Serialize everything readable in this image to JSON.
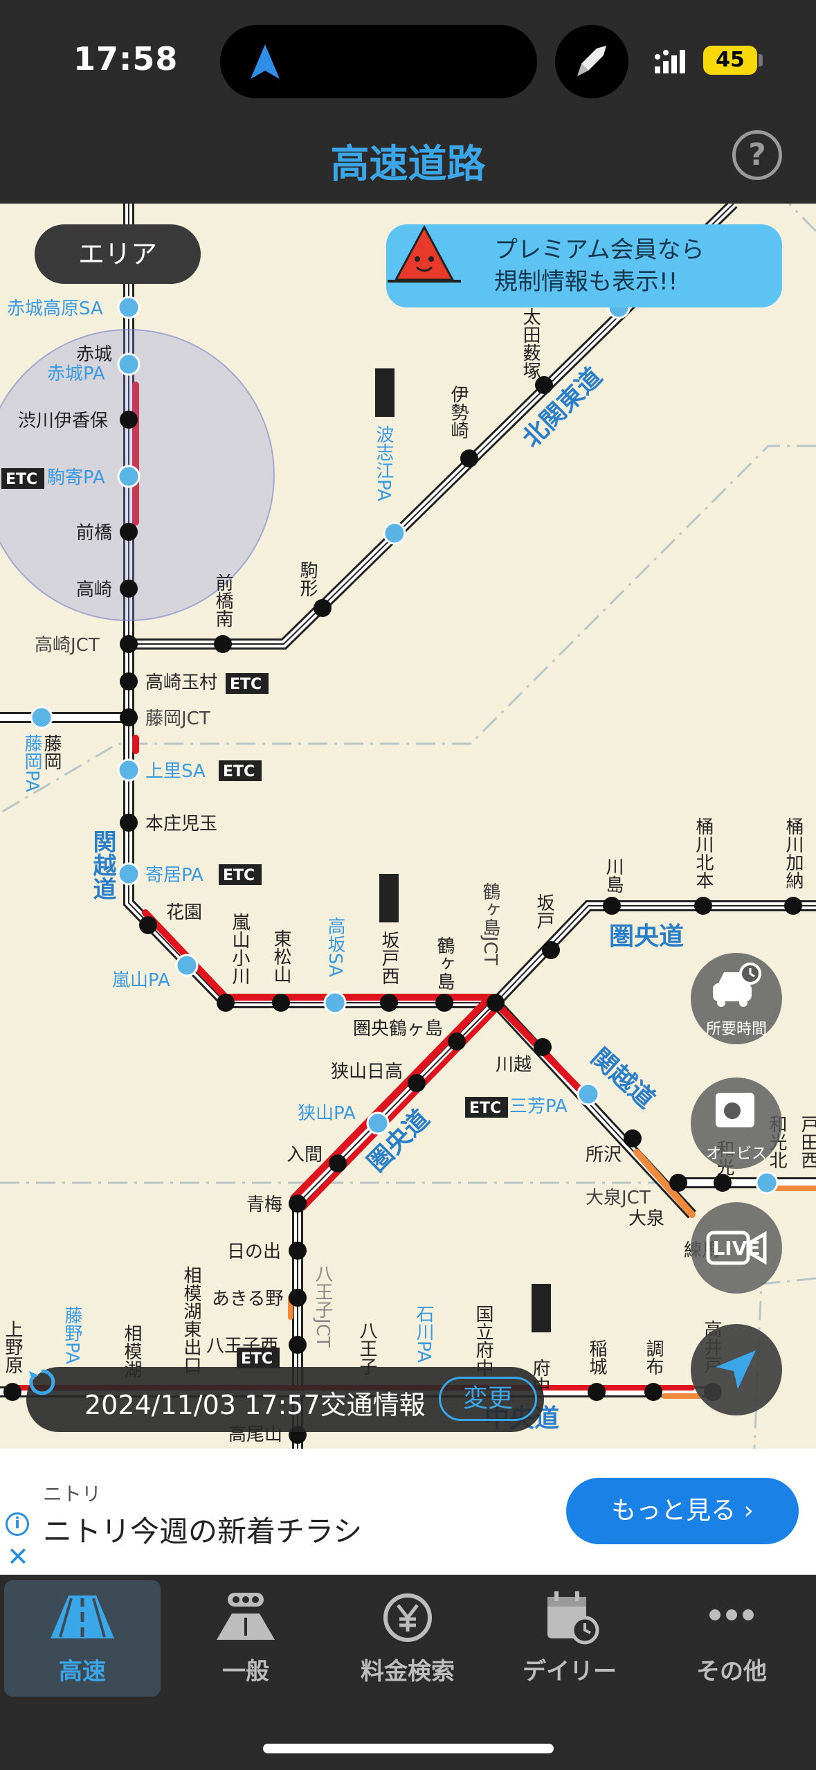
{
  "status_bar": {
    "time": "17:58",
    "battery": "45"
  },
  "header": {
    "title": "高速道路",
    "help_label": "?"
  },
  "map": {
    "area_button": "エリア",
    "premium_banner": {
      "line1": "プレミアム会員なら",
      "line2": "規制情報も表示!!"
    },
    "labels": {
      "akagi_kogen_sa": "赤城高原SA",
      "akagi": "赤城",
      "akagi_pa": "赤城PA",
      "shibukawa_ikaho": "渋川伊香保",
      "etc": "ETC",
      "komayose_pa": "駒寄PA",
      "maebashi": "前橋",
      "takasaki": "高崎",
      "takasaki_jct": "高崎JCT",
      "takasaki_tamamura": "高崎玉村",
      "fujioka_jct": "藤岡JCT",
      "fujioka": "藤岡",
      "fujioka_pa": "藤岡PA",
      "kamisato_sa": "上里SA",
      "honjo_kodama": "本庄児玉",
      "kanetsu": "関越道",
      "yorii_pa": "寄居PA",
      "hanazono": "花園",
      "ranzan_pa": "嵐山PA",
      "ranzan_ogawa": "嵐山小川",
      "higashi_matsuyama": "東松山",
      "takasaka_sa": "高坂SA",
      "sakado_nishi": "坂戸西",
      "tsurugashima": "鶴ヶ島",
      "tsurugashima_jct": "鶴ヶ島JCT",
      "sakado": "坂戸",
      "kawajima": "川島",
      "okegawa_kitamoto": "桶川北本",
      "okegawa_kano": "桶川加納",
      "kenodo": "圏央道",
      "maebashi_minami": "前橋南",
      "komagata": "駒形",
      "hashie_pa": "波志江PA",
      "isesaki": "伊勢崎",
      "ota_yabuzuka": "太田薮塚",
      "kitakanto": "北関東道",
      "kenodo_tsurugashima": "圏央鶴ヶ島",
      "sayama_hidaka": "狭山日高",
      "kawagoe": "川越",
      "miyoshi_pa": "三芳PA",
      "sayama_pa": "狭山PA",
      "iruma": "入間",
      "tokorozawa": "所沢",
      "oizumi_jct": "大泉JCT",
      "oizumi": "大泉",
      "nerima": "練馬",
      "ome": "青梅",
      "hinode": "日の出",
      "akiruno": "あきる野",
      "hachioji_nishi": "八王子西",
      "hachioji_jct": "八王子JCT",
      "takaosan": "高尾山",
      "sagamiko_higashi": "相模湖東出口",
      "sagamiko": "相模湖",
      "fujino_pa": "藤野PA",
      "uenohara": "上野原",
      "hachioji": "八王子",
      "ishikawa_pa": "石川PA",
      "kunitachi_fuchu": "国立府中",
      "fuchu": "府中",
      "inagi": "稲城",
      "chofu": "調布",
      "takaido": "高井戸",
      "chuo": "中央道",
      "wako_kita": "和光北",
      "wako": "和光",
      "todanishi": "戸田西",
      "sayama_jct": "圏央道"
    },
    "fab": {
      "travel_time": "所要時間",
      "orbis": "オービス",
      "live": "LIVE"
    },
    "traffic_bar": {
      "datetime": "2024/11/03 17:57交通情報",
      "change": "変更"
    }
  },
  "ad": {
    "advertiser": "ニトリ",
    "headline": "ニトリ今週の新着チラシ",
    "cta": "もっと見る ›"
  },
  "tabs": [
    {
      "label": "高速"
    },
    {
      "label": "一般"
    },
    {
      "label": "料金検索"
    },
    {
      "label": "デイリー"
    },
    {
      "label": "その他"
    }
  ],
  "colors": {
    "accent": "#3ba7e8",
    "congestion": "#e0141e",
    "slow": "#f08a3c",
    "station_light": "#5ab4e6",
    "map_bg": "#f5f0dc"
  }
}
